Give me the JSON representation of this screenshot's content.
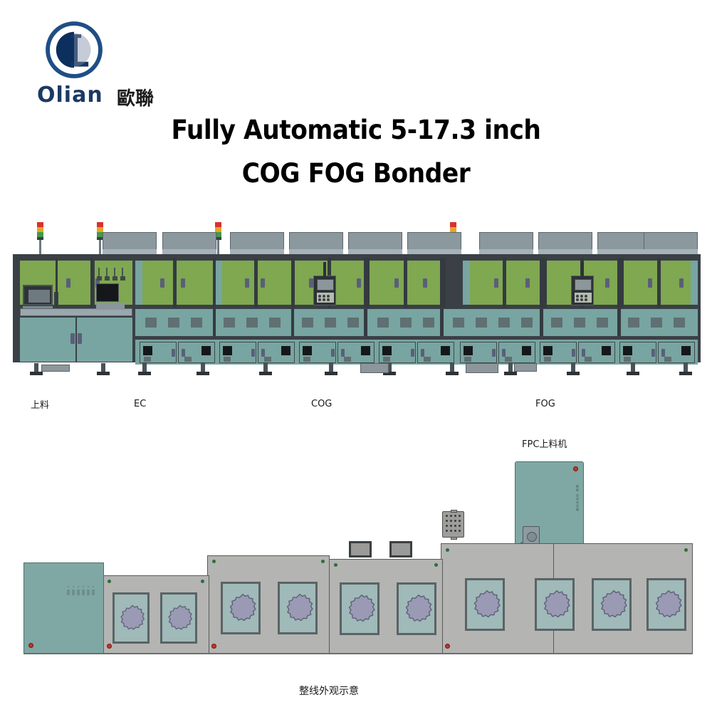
{
  "brand": {
    "logo_icon": "olian-circular-ol-monogram",
    "wordmark": "Olian",
    "chinese_name": "歐聯",
    "logo_color": "#1b3a63"
  },
  "title": {
    "line1": "Fully Automatic 5-17.3 inch",
    "line2": "COG FOG Bonder"
  },
  "front_view": {
    "caption_labels": [
      {
        "text": "上料",
        "meaning": "loading"
      },
      {
        "text": "EC",
        "meaning": "EC station"
      },
      {
        "text": "COG",
        "meaning": "chip on glass"
      },
      {
        "text": "FOG",
        "meaning": "film on glass"
      }
    ],
    "signal_tower": {
      "red": "#d8322b",
      "amber": "#e8a32a",
      "green": "#3f9c45"
    },
    "colors": {
      "glass_green": "#7fa851",
      "cabinet_teal": "#78a5a1",
      "frame_dark": "#3a4046",
      "hood_gray": "#8b999f"
    }
  },
  "top_view": {
    "fpc_loader_label": "FPC上料机",
    "caption": "整线外观示意",
    "colors": {
      "cabinet_gray": "#b4b4b2",
      "cabinet_teal": "#7fa8a4",
      "window_inner": "#9fbab8",
      "gear": "#9a9ab4",
      "indicator_red": "#c0352b"
    },
    "gear_window_count": 10,
    "monitor_count": 2,
    "grid_module": "tray-grid-module"
  }
}
